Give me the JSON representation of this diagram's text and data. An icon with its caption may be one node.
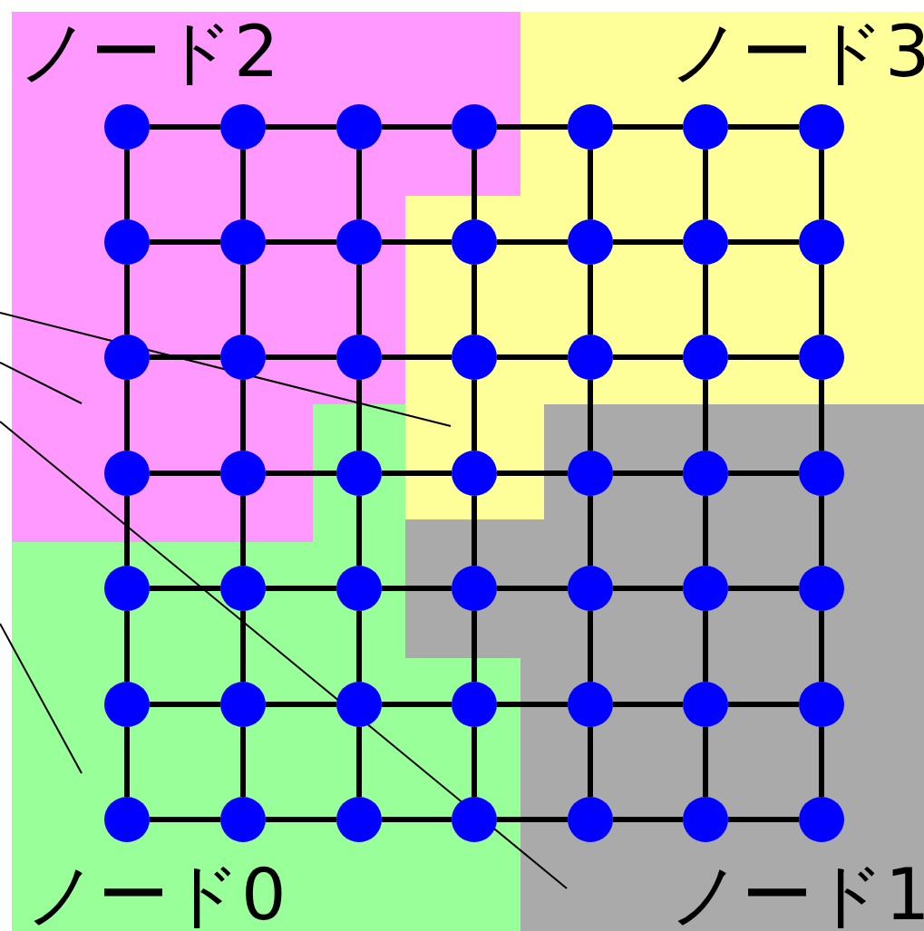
{
  "diagram": {
    "nodes": [
      {
        "text": [],
        "shape": "circle"
      },
      {
        "text": [],
        "shape": "circle"
      },
      {
        "text": [],
        "shape": "circle"
      },
      {
        "text": [],
        "shape": "circle"
      },
      {
        "text": [],
        "shape": "circle"
      },
      {
        "text": [],
        "shape": "circle"
      },
      {
        "text": [],
        "shape": "circle"
      },
      {
        "text": [],
        "shape": "circle"
      },
      {
        "text": [],
        "shape": "circle"
      },
      {
        "text": [],
        "shape": "circle"
      },
      {
        "text": [],
        "shape": "circle"
      },
      {
        "text": [],
        "shape": "circle"
      },
      {
        "text": [],
        "shape": "circle"
      },
      {
        "text": [],
        "shape": "circle"
      },
      {
        "text": [],
        "shape": "circle"
      },
      {
        "text": [],
        "shape": "circle"
      },
      {
        "text": [],
        "shape": "circle"
      },
      {
        "text": [],
        "shape": "circle"
      },
      {
        "text": [],
        "shape": "circle"
      },
      {
        "text": [],
        "shape": "circle"
      },
      {
        "text": [],
        "shape": "circle"
      },
      {
        "text": [],
        "shape": "circle"
      },
      {
        "text": [],
        "shape": "circle"
      },
      {
        "text": [],
        "shape": "circle"
      },
      {
        "text": [],
        "shape": "circle"
      },
      {
        "text": [],
        "shape": "circle"
      },
      {
        "text": [],
        "shape": "circle"
      },
      {
        "text": [],
        "shape": "circle"
      },
      {
        "text": [],
        "shape": "circle"
      },
      {
        "text": [],
        "shape": "circle"
      },
      {
        "text": [],
        "shape": "circle"
      },
      {
        "text": [],
        "shape": "circle"
      },
      {
        "text": [],
        "shape": "circle"
      },
      {
        "text": [],
        "shape": "circle"
      },
      {
        "text": [],
        "shape": "circle"
      },
      {
        "text": [],
        "shape": "circle"
      },
      {
        "text": [],
        "shape": "circle"
      },
      {
        "text": [],
        "shape": "circle"
      },
      {
        "text": [],
        "shape": "circle"
      },
      {
        "text": [],
        "shape": "circle"
      },
      {
        "text": [],
        "shape": "circle"
      },
      {
        "text": [],
        "shape": "circle"
      },
      {
        "text": [],
        "shape": "circle"
      },
      {
        "text": [],
        "shape": "circle"
      },
      {
        "text": [],
        "shape": "circle"
      },
      {
        "text": [],
        "shape": "circle"
      },
      {
        "text": [],
        "shape": "circle"
      },
      {
        "text": [],
        "shape": "circle"
      },
      {
        "text": [],
        "shape": "circle"
      }
    ],
    "edges": [
      {
        "from": 0,
        "to": 1,
        "arrow": "none"
      },
      {
        "from": 1,
        "to": 2,
        "arrow": "none"
      },
      {
        "from": 2,
        "to": 3,
        "arrow": "none"
      },
      {
        "from": 3,
        "to": 4,
        "arrow": "none"
      },
      {
        "from": 4,
        "to": 5,
        "arrow": "none"
      },
      {
        "from": 5,
        "to": 6,
        "arrow": "none"
      },
      {
        "from": 0,
        "to": 7,
        "arrow": "none"
      },
      {
        "from": 1,
        "to": 8,
        "arrow": "none"
      },
      {
        "from": 2,
        "to": 9,
        "arrow": "none"
      },
      {
        "from": 3,
        "to": 10,
        "arrow": "none"
      },
      {
        "from": 4,
        "to": 11,
        "arrow": "none"
      },
      {
        "from": 5,
        "to": 12,
        "arrow": "none"
      },
      {
        "from": 6,
        "to": 13,
        "arrow": "none"
      },
      {
        "from": 7,
        "to": 8,
        "arrow": "none"
      },
      {
        "from": 8,
        "to": 9,
        "arrow": "none"
      },
      {
        "from": 9,
        "to": 10,
        "arrow": "none"
      },
      {
        "from": 10,
        "to": 11,
        "arrow": "none"
      },
      {
        "from": 11,
        "to": 12,
        "arrow": "none"
      },
      {
        "from": 12,
        "to": 13,
        "arrow": "none"
      },
      {
        "from": 7,
        "to": 14,
        "arrow": "none"
      },
      {
        "from": 8,
        "to": 15,
        "arrow": "none"
      },
      {
        "from": 9,
        "to": 16,
        "arrow": "none"
      },
      {
        "from": 10,
        "to": 17,
        "arrow": "none"
      },
      {
        "from": 11,
        "to": 18,
        "arrow": "none"
      },
      {
        "from": 12,
        "to": 19,
        "arrow": "none"
      },
      {
        "from": 13,
        "to": 20,
        "arrow": "none"
      },
      {
        "from": 14,
        "to": 15,
        "arrow": "none"
      },
      {
        "from": 15,
        "to": 16,
        "arrow": "none"
      },
      {
        "from": 16,
        "to": 17,
        "arrow": "none"
      },
      {
        "from": 17,
        "to": 18,
        "arrow": "none"
      },
      {
        "from": 18,
        "to": 19,
        "arrow": "none"
      },
      {
        "from": 19,
        "to": 20,
        "arrow": "none"
      },
      {
        "from": 14,
        "to": 21,
        "arrow": "none"
      },
      {
        "from": 15,
        "to": 22,
        "arrow": "none"
      },
      {
        "from": 16,
        "to": 23,
        "arrow": "none"
      },
      {
        "from": 17,
        "to": 24,
        "arrow": "none"
      },
      {
        "from": 18,
        "to": 25,
        "arrow": "none"
      },
      {
        "from": 19,
        "to": 26,
        "arrow": "none"
      },
      {
        "from": 20,
        "to": 27,
        "arrow": "none"
      },
      {
        "from": 21,
        "to": 22,
        "arrow": "none"
      },
      {
        "from": 22,
        "to": 23,
        "arrow": "none"
      },
      {
        "from": 23,
        "to": 24,
        "arrow": "none"
      },
      {
        "from": 24,
        "to": 25,
        "arrow": "none"
      },
      {
        "from": 25,
        "to": 26,
        "arrow": "none"
      },
      {
        "from": 26,
        "to": 27,
        "arrow": "none"
      },
      {
        "from": 21,
        "to": 28,
        "arrow": "none"
      },
      {
        "from": 22,
        "to": 29,
        "arrow": "none"
      },
      {
        "from": 23,
        "to": 30,
        "arrow": "none"
      },
      {
        "from": 24,
        "to": 31,
        "arrow": "none"
      },
      {
        "from": 25,
        "to": 32,
        "arrow": "none"
      },
      {
        "from": 26,
        "to": 33,
        "arrow": "none"
      },
      {
        "from": 27,
        "to": 34,
        "arrow": "none"
      },
      {
        "from": 28,
        "to": 29,
        "arrow": "none"
      },
      {
        "from": 29,
        "to": 30,
        "arrow": "none"
      },
      {
        "from": 30,
        "to": 31,
        "arrow": "none"
      },
      {
        "from": 31,
        "to": 32,
        "arrow": "none"
      },
      {
        "from": 32,
        "to": 33,
        "arrow": "none"
      },
      {
        "from": 33,
        "to": 34,
        "arrow": "none"
      },
      {
        "from": 28,
        "to": 35,
        "arrow": "none"
      },
      {
        "from": 29,
        "to": 36,
        "arrow": "none"
      },
      {
        "from": 30,
        "to": 37,
        "arrow": "none"
      },
      {
        "from": 31,
        "to": 38,
        "arrow": "none"
      },
      {
        "from": 32,
        "to": 39,
        "arrow": "none"
      },
      {
        "from": 33,
        "to": 40,
        "arrow": "none"
      },
      {
        "from": 34,
        "to": 41,
        "arrow": "none"
      },
      {
        "from": 35,
        "to": 36,
        "arrow": "none"
      },
      {
        "from": 36,
        "to": 37,
        "arrow": "none"
      },
      {
        "from": 37,
        "to": 38,
        "arrow": "none"
      },
      {
        "from": 38,
        "to": 39,
        "arrow": "none"
      },
      {
        "from": 39,
        "to": 40,
        "arrow": "none"
      },
      {
        "from": 40,
        "to": 41,
        "arrow": "none"
      },
      {
        "from": 35,
        "to": 42,
        "arrow": "none"
      },
      {
        "from": 36,
        "to": 43,
        "arrow": "none"
      },
      {
        "from": 37,
        "to": 44,
        "arrow": "none"
      },
      {
        "from": 38,
        "to": 45,
        "arrow": "none"
      },
      {
        "from": 39,
        "to": 46,
        "arrow": "none"
      },
      {
        "from": 40,
        "to": 47,
        "arrow": "none"
      },
      {
        "from": 41,
        "to": 48,
        "arrow": "none"
      },
      {
        "from": 42,
        "to": 43,
        "arrow": "none"
      },
      {
        "from": 43,
        "to": 44,
        "arrow": "none"
      },
      {
        "from": 44,
        "to": 45,
        "arrow": "none"
      },
      {
        "from": 45,
        "to": 46,
        "arrow": "none"
      },
      {
        "from": 46,
        "to": 47,
        "arrow": "none"
      },
      {
        "from": 47,
        "to": 48,
        "arrow": "none"
      }
    ],
    "labels": [
      "ノード2",
      "ノード3",
      "ノード0",
      "ノード1"
    ]
  }
}
